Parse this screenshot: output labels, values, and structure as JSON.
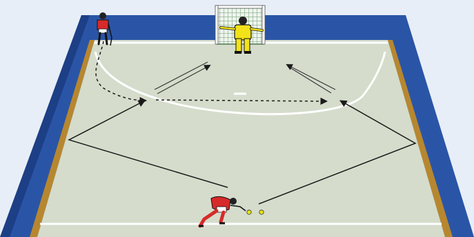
{
  "colors": {
    "background": "#e8eef7",
    "court_surround": "#2a55a6",
    "court_surround_dark": "#1d3f86",
    "floor": "#d5dccb",
    "boards": "#b7872f",
    "lines": "#ffffff",
    "pass_arrow": "#1a1a1a",
    "run_arrow": "#3a3a3a",
    "goal_net": "#6a9a6a",
    "goalkeeper_kit": "#f2e21a",
    "player_shirt": "#d72a2a",
    "player_shorts": "#ffffff",
    "ball": "#e6e31a"
  },
  "icons": {
    "goal": "goal-icon",
    "goalkeeper": "goalkeeper-icon",
    "attacker_top_left": "player-icon",
    "attacker_bottom": "player-icon",
    "balls": "ball-icon"
  },
  "diagram": {
    "pass_arrows": 4,
    "dashed_runs": 2,
    "shot_arrows": 2,
    "balls_at_start": 2
  }
}
